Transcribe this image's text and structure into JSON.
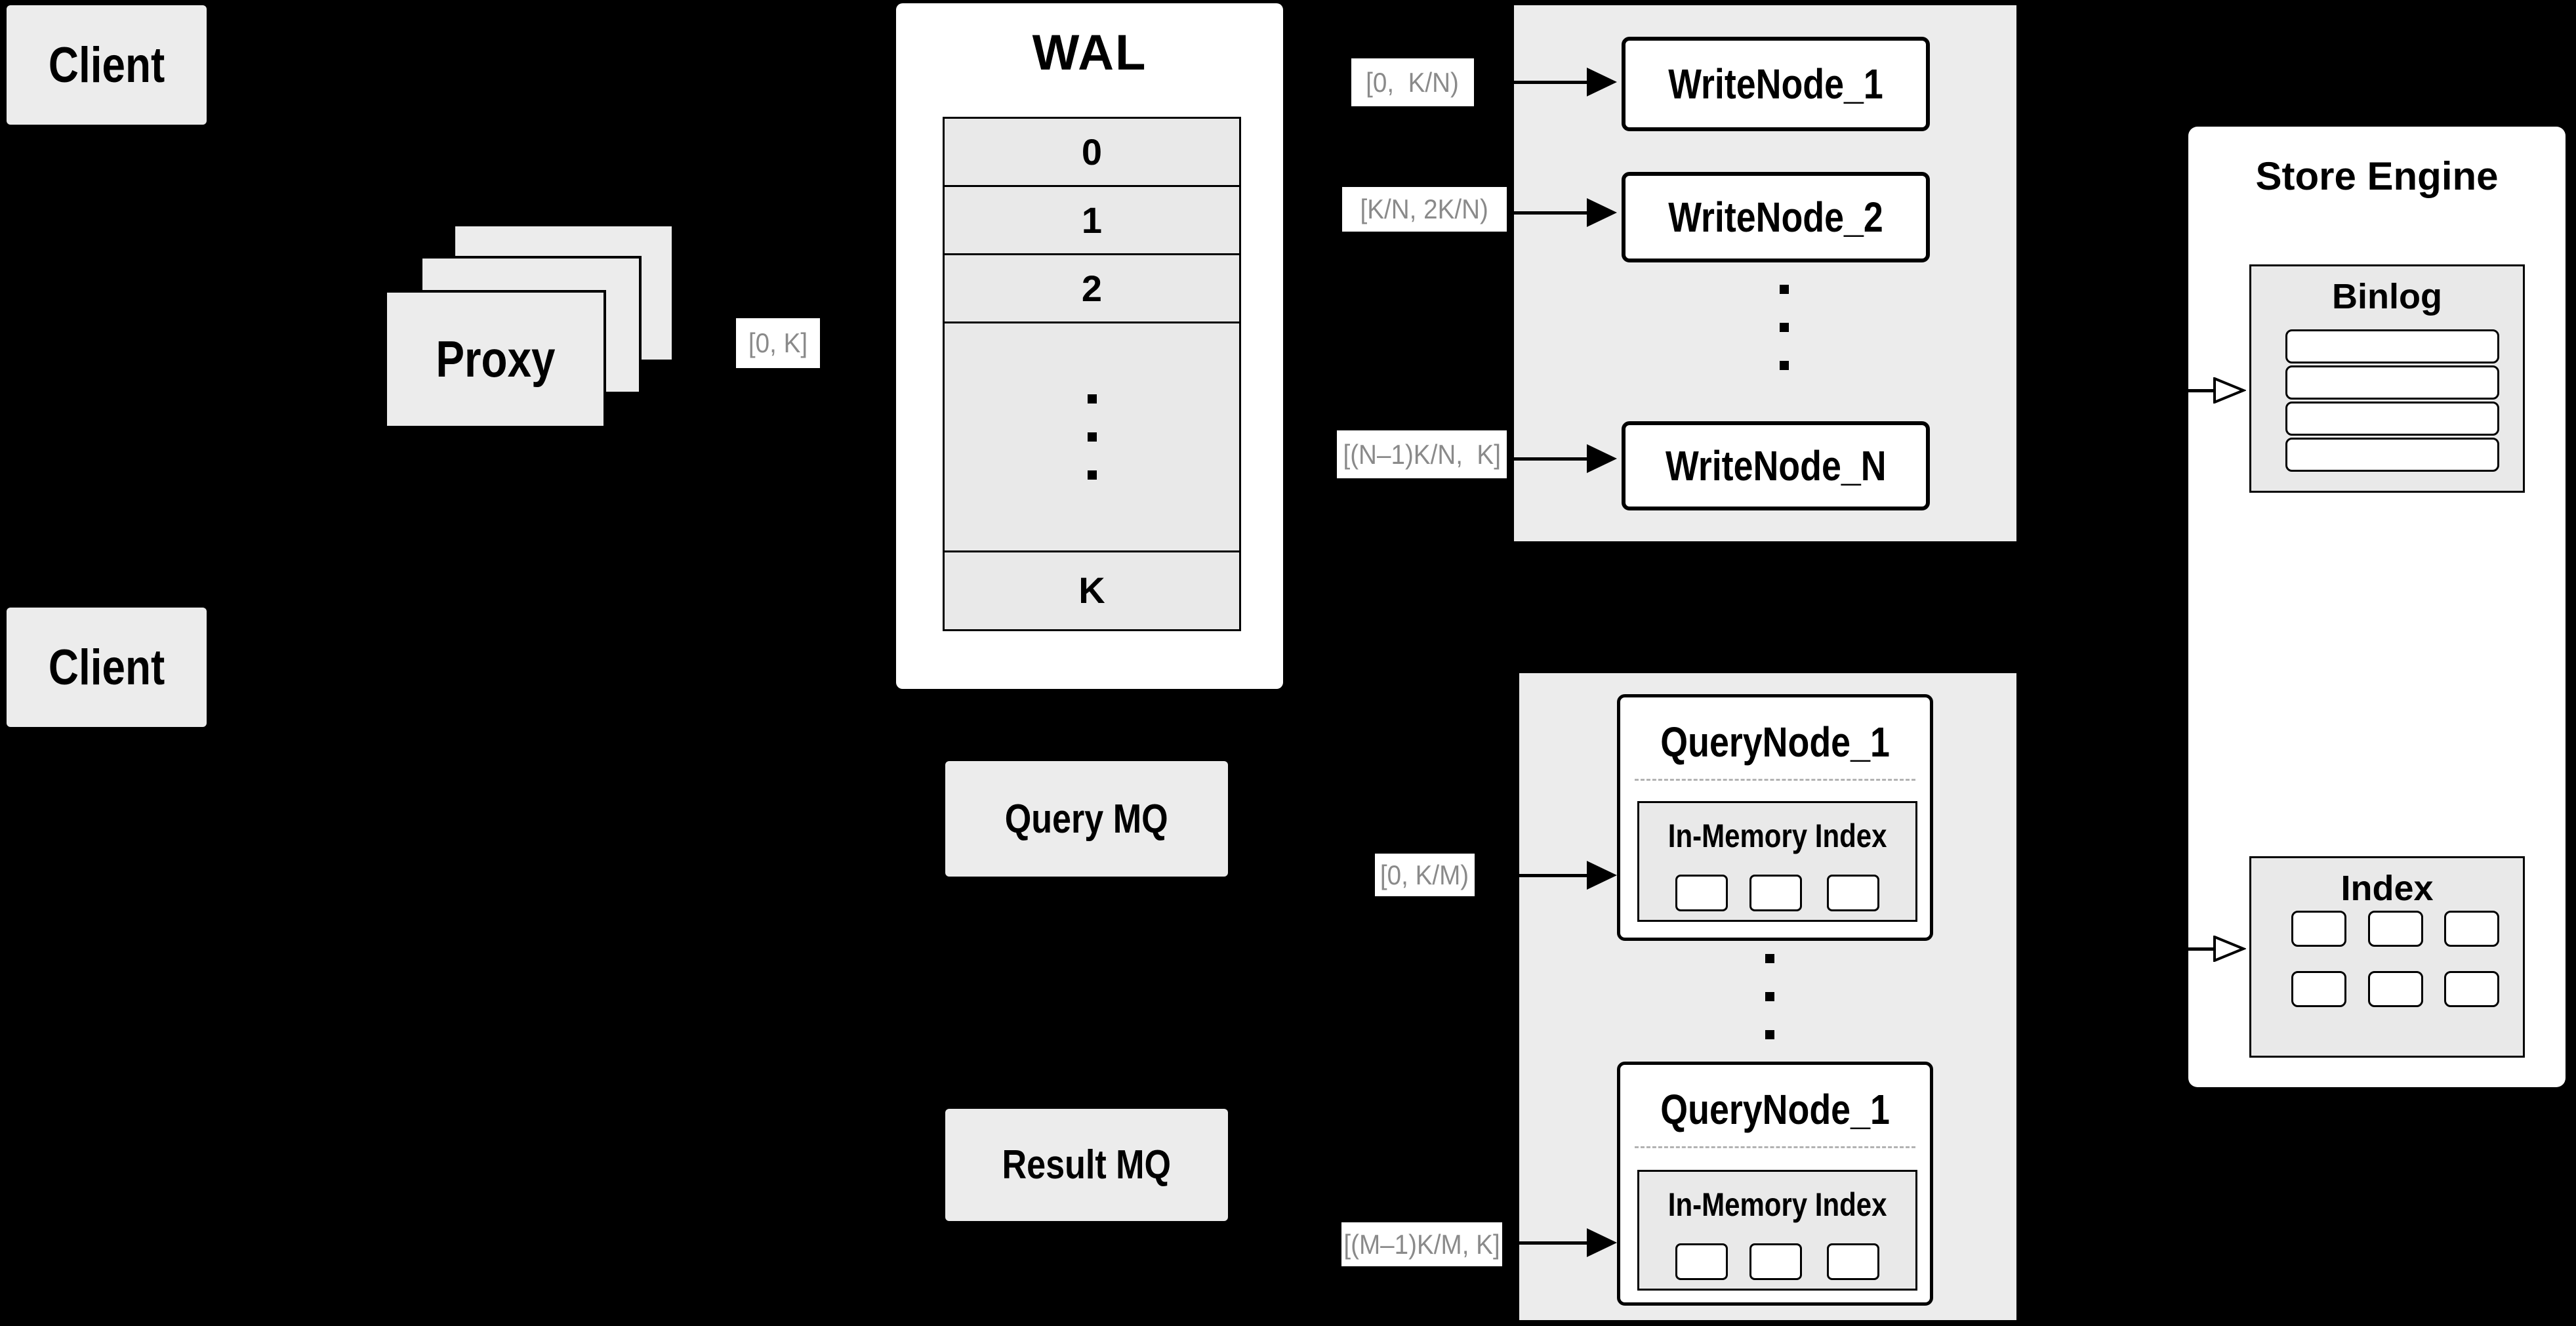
{
  "palette": {
    "background": "#000000",
    "panel_gray": "#ececec",
    "cell_gray": "#e9e9e9",
    "box_white": "#ffffff",
    "line_black": "#000000",
    "range_text_gray": "#8a8a8a",
    "dash_gray": "#b3b3b3"
  },
  "clients": {
    "top_label": "Client",
    "bottom_label": "Client"
  },
  "proxy": {
    "label": "Proxy",
    "range_label": "[0, K]"
  },
  "wal": {
    "title": "WAL",
    "slots": [
      "0",
      "1",
      "2"
    ],
    "last_slot": "K"
  },
  "write_nodes": {
    "node1": "WriteNode_1",
    "node2": "WriteNode_2",
    "nodeN": "WriteNode_N",
    "range1": "[0,  K/N)",
    "range2": "[K/N, 2K/N)",
    "rangeN": "[(N–1)K/N,  K]"
  },
  "mq": {
    "query": "Query MQ",
    "result": "Result MQ"
  },
  "query_nodes": {
    "node1_title": "QueryNode_1",
    "node2_title": "QueryNode_1",
    "inner_label": "In-Memory Index",
    "range1": "[0, K/M)",
    "range2": "[(M–1)K/M, K]"
  },
  "store_engine": {
    "title": "Store Engine",
    "binlog_title": "Binlog",
    "index_title": "Index"
  }
}
